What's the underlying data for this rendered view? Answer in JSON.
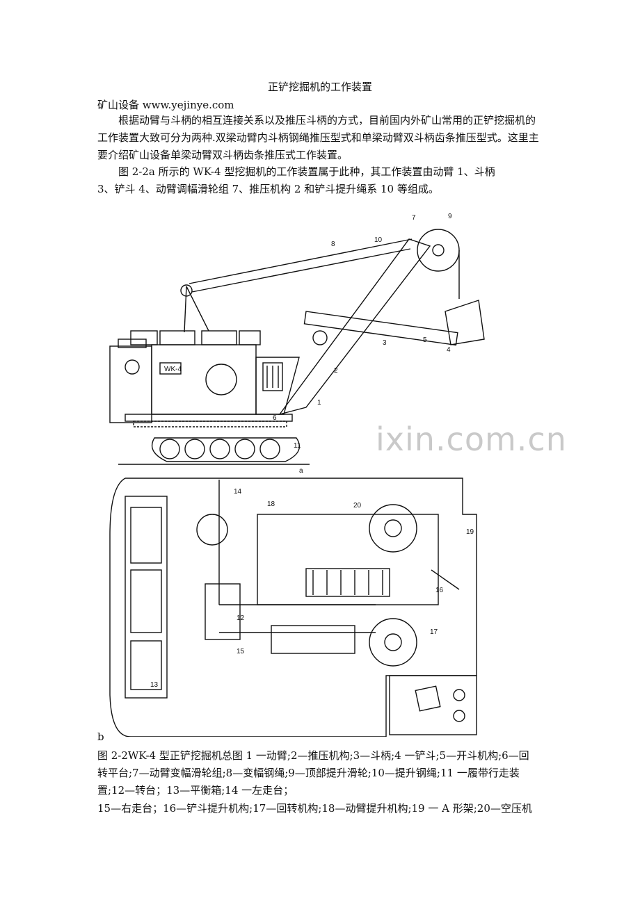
{
  "doc": {
    "title": "正铲挖掘机的工作装置",
    "source_line": "矿山设备  www.yejinye.com",
    "para1": "根据动臂与斗柄的相互连接关系以及推压斗柄的方式，目前国内外矿山常用的正铲挖掘机的工作装置大致可分为两种.双梁动臂内斗柄钢绳推压型式和单梁动臂双斗柄齿条推压型式。这里主要介绍矿山设备单梁动臂双斗柄齿条推压式工作装置。",
    "para2_line1": "图 2-2a 所示的 WK-4 型挖掘机的工作装置属于此种，其工作装置由动臂 1、斗柄",
    "para2_line2": "3、铲斗 4、动臂调幅滑轮组 7、推压机构 2 和铲斗提升绳系 10 等组成。",
    "fig_label_b": "b",
    "caption_line1": "图 2-2WK-4 型正铲挖掘机总图 1 一动臂;2—推压机构;3—斗柄;4 一铲斗;5—开斗机构;6—回",
    "caption_line2": "转平台;7—动臂变幅滑轮组;8—变幅钢绳;9—顶部提升滑轮;10—提升钢绳;11 一履带行走装",
    "caption_line3": "置;12—转台；13—平衡箱;14 一左走台；",
    "caption_line4": "15—右走台；16—铲斗提升机构;17—回转机构;18—动臂提升机构;19 一 A 形架;20—空压机"
  },
  "figure": {
    "machine_label": "WK-4",
    "sub_a": "a",
    "callouts_a": [
      "1",
      "2",
      "3",
      "4",
      "5",
      "6",
      "7",
      "8",
      "9",
      "10",
      "11"
    ],
    "callouts_b": [
      "12",
      "13",
      "14",
      "15",
      "16",
      "17",
      "18",
      "19",
      "20"
    ]
  },
  "watermark": "ixin.com.cn"
}
